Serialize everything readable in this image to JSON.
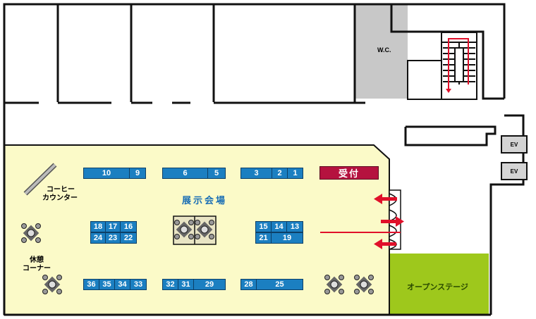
{
  "labels": {
    "wc": "W.C.",
    "exhibition_hall": "展示会場",
    "coffee_counter_line1": "コーヒー",
    "coffee_counter_line2": "カウンター",
    "rest_corner_line1": "休憩",
    "rest_corner_line2": "コーナー",
    "open_stage": "オープンステージ",
    "reception": "受付",
    "ev_top": "EV",
    "ev_bottom": "EV"
  },
  "booths": {
    "b10": "10",
    "b9": "9",
    "b6": "6",
    "b5": "5",
    "b3": "3",
    "b2": "2",
    "b1": "1",
    "b18": "18",
    "b17": "17",
    "b16": "16",
    "b24": "24",
    "b23": "23",
    "b22": "22",
    "b15": "15",
    "b14": "14",
    "b13": "13",
    "b21": "21",
    "b19": "19",
    "b36": "36",
    "b35": "35",
    "b34": "34",
    "b33": "33",
    "b32": "32",
    "b31": "31",
    "b29": "29",
    "b28": "28",
    "b25": "25"
  },
  "colors": {
    "hall_fill": "#fbfac8",
    "wc_fill": "#c8c8c8",
    "stage_fill": "#9ec81c",
    "booth_fill": "#1b7fc1",
    "reception_fill": "#b5123f",
    "arrow_red": "#e0102a"
  }
}
